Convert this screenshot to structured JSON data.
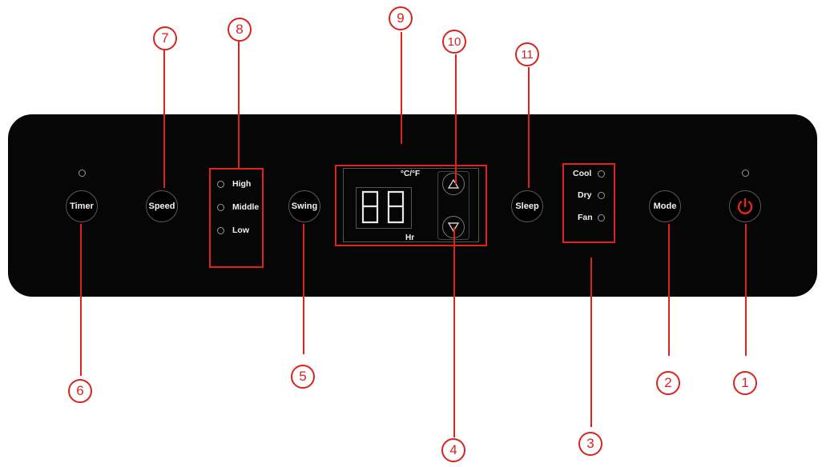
{
  "buttons": {
    "timer": "Timer",
    "speed": "Speed",
    "swing": "Swing",
    "sleep": "Sleep",
    "mode": "Mode"
  },
  "speed_indicators": [
    "High",
    "Middle",
    "Low"
  ],
  "mode_indicators": [
    "Cool",
    "Dry",
    "Fan"
  ],
  "display": {
    "digits": "88",
    "temp_unit": "°C/°F",
    "time_unit": "Hr"
  },
  "callouts": [
    "1",
    "2",
    "3",
    "4",
    "5",
    "6",
    "7",
    "8",
    "9",
    "10",
    "11"
  ],
  "colors": {
    "panel": "#060606",
    "accent": "#d9231d",
    "power": "#e02a1e"
  },
  "icons": [
    "power-icon",
    "up-arrow-icon",
    "down-arrow-icon"
  ]
}
